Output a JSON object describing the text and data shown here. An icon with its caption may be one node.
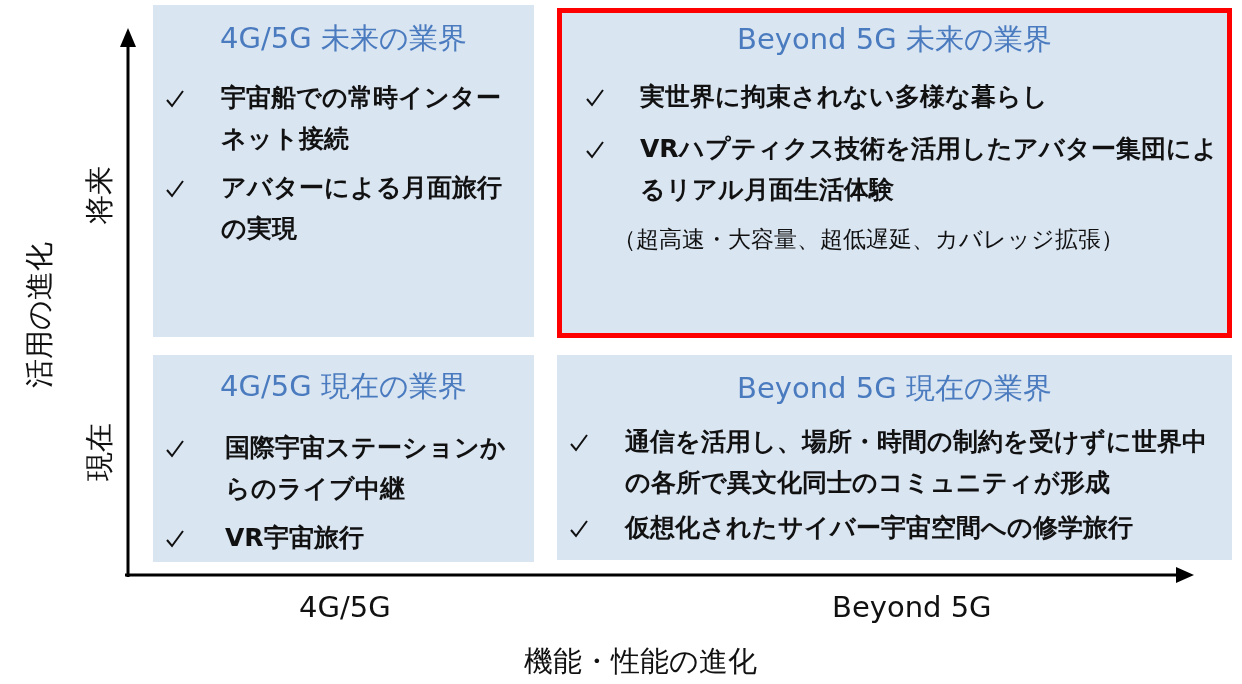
{
  "diagram": {
    "nodes": [
      {
        "text": [
          "4G/5G 未来の業界",
          "宇宙船での常時インターネット接続",
          "アバターによる月面旅行の実現"
        ]
      },
      {
        "text": [
          "Beyond 5G 未来の業界",
          "実世界に拘束されない多様な暮らし",
          "VRハプティクス技術を活用したアバター集団によるリアル月面生活体験",
          "（超高速・大容量、超低遅延、カバレッジ拡張）"
        ]
      },
      {
        "text": [
          "4G/5G 現在の業界",
          "国際宇宙ステーションからのライブ中継",
          "VR宇宙旅行"
        ]
      },
      {
        "text": [
          "Beyond 5G 現在の業界",
          "通信を活用し、場所・時間の制約を受けずに世界中の各所で異文化同士のコミュニティが形成",
          "仮想化されたサイバー宇宙空間への修学旅行"
        ]
      }
    ],
    "labels": [
      "将来",
      "現在",
      "活用の進化",
      "4G/5G",
      "Beyond 5G",
      "機能・性能の進化"
    ]
  }
}
